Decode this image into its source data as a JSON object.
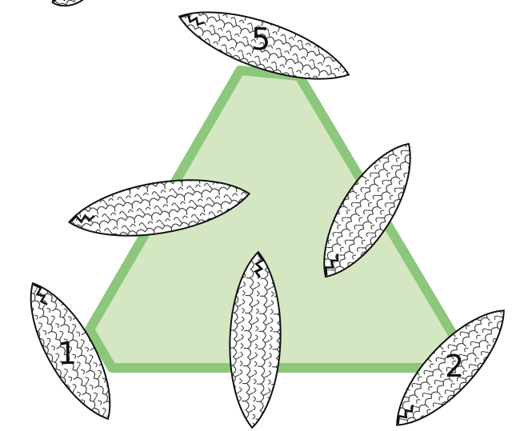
{
  "diagram": {
    "colors": {
      "triangle_fill": "#d4e7c2",
      "triangle_edge": "#8cc77b",
      "leaf_outline": "#111111",
      "leaf_fill": "#ffffff",
      "background": "#ffffff"
    },
    "labels": {
      "vertex_top": "5",
      "vertex_left": "1",
      "vertex_right": "2"
    },
    "leaves": [
      "top",
      "upper-left",
      "upper-right",
      "lower-left",
      "center",
      "lower-right",
      "corner"
    ]
  }
}
